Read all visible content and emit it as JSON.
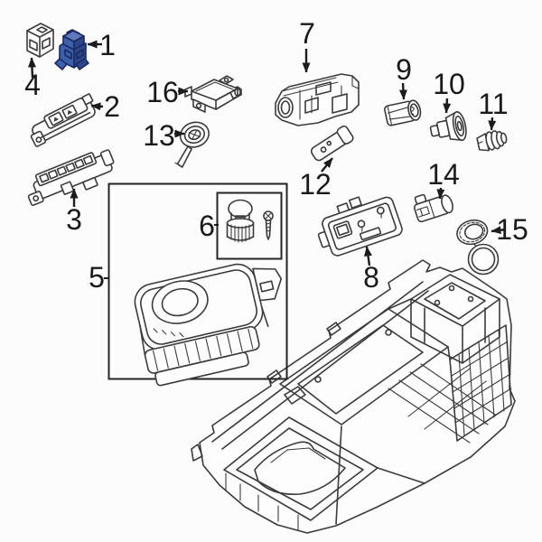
{
  "image": {
    "background": "#fcfcfc",
    "line_color": "#3b3b3b",
    "label_color": "#1a1a1a"
  },
  "highlight": {
    "fill": "#3c5fae",
    "fill_light": "#6079bd",
    "fill_dark": "#2c468c",
    "stroke": "#1a2960"
  },
  "callouts": [
    {
      "label": "1",
      "highlighted": true
    },
    {
      "label": "2",
      "highlighted": false
    },
    {
      "label": "3",
      "highlighted": false
    },
    {
      "label": "4",
      "highlighted": false
    },
    {
      "label": "5",
      "highlighted": false
    },
    {
      "label": "6",
      "highlighted": false
    },
    {
      "label": "7",
      "highlighted": false
    },
    {
      "label": "8",
      "highlighted": false
    },
    {
      "label": "9",
      "highlighted": false
    },
    {
      "label": "10",
      "highlighted": false
    },
    {
      "label": "11",
      "highlighted": false
    },
    {
      "label": "12",
      "highlighted": false
    },
    {
      "label": "13",
      "highlighted": false
    },
    {
      "label": "14",
      "highlighted": false
    },
    {
      "label": "15",
      "highlighted": false
    },
    {
      "label": "16",
      "highlighted": false
    }
  ]
}
